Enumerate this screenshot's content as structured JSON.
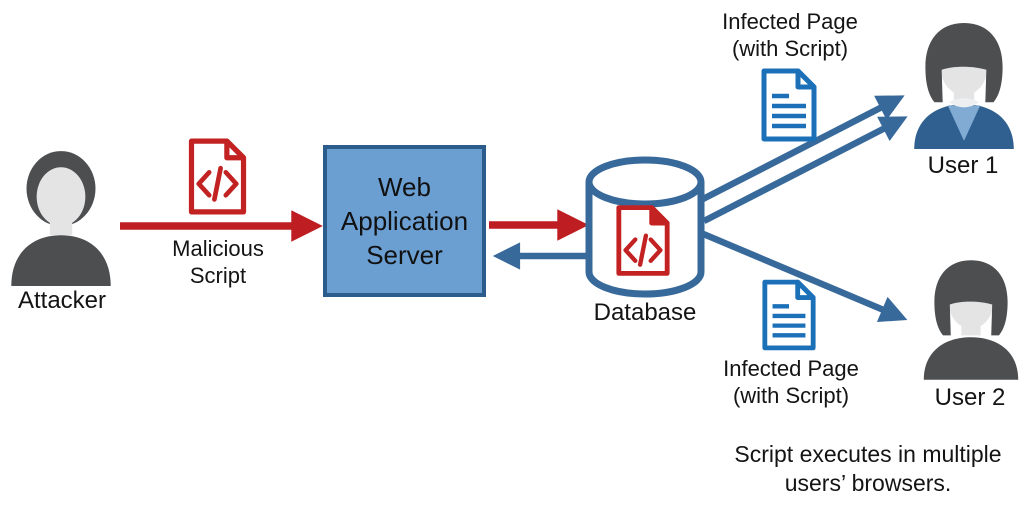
{
  "diagram_type": "stored-xss-attack-flow",
  "attacker": {
    "label": "Attacker"
  },
  "malicious_script": {
    "label": "Malicious\nScript"
  },
  "server": {
    "label": "Web\nApplication\nServer"
  },
  "database": {
    "label": "Database"
  },
  "infected_page_top": {
    "label": "Infected Page\n(with Script)"
  },
  "infected_page_bottom": {
    "label": "Infected Page\n(with Script)"
  },
  "user1": {
    "label": "User 1"
  },
  "user2": {
    "label": "User 2"
  },
  "caption": {
    "text": "Script executes in multiple\nusers’ browsers."
  },
  "icons": [
    "attacker-person-icon",
    "malicious-script-document-icon",
    "database-cylinder-icon",
    "stored-script-document-icon",
    "infected-page-document-icon-top",
    "infected-page-document-icon-bottom",
    "user1-person-icon",
    "user2-person-icon"
  ],
  "colors": {
    "red_arrow": "#BE1E22",
    "red_document": "#C32222",
    "blue_arrow": "#38699B",
    "blue_document": "#1C70B8",
    "server_fill": "#6B9FD2",
    "server_border": "#2B5C8C",
    "person_gray": "#4D4E50",
    "face_gray": "#E4E4E5",
    "user1_body_blue": "#2F6090",
    "user1_shirt_blue": "#82ABD4",
    "text": "#141414",
    "background": "#FFFFFF"
  }
}
